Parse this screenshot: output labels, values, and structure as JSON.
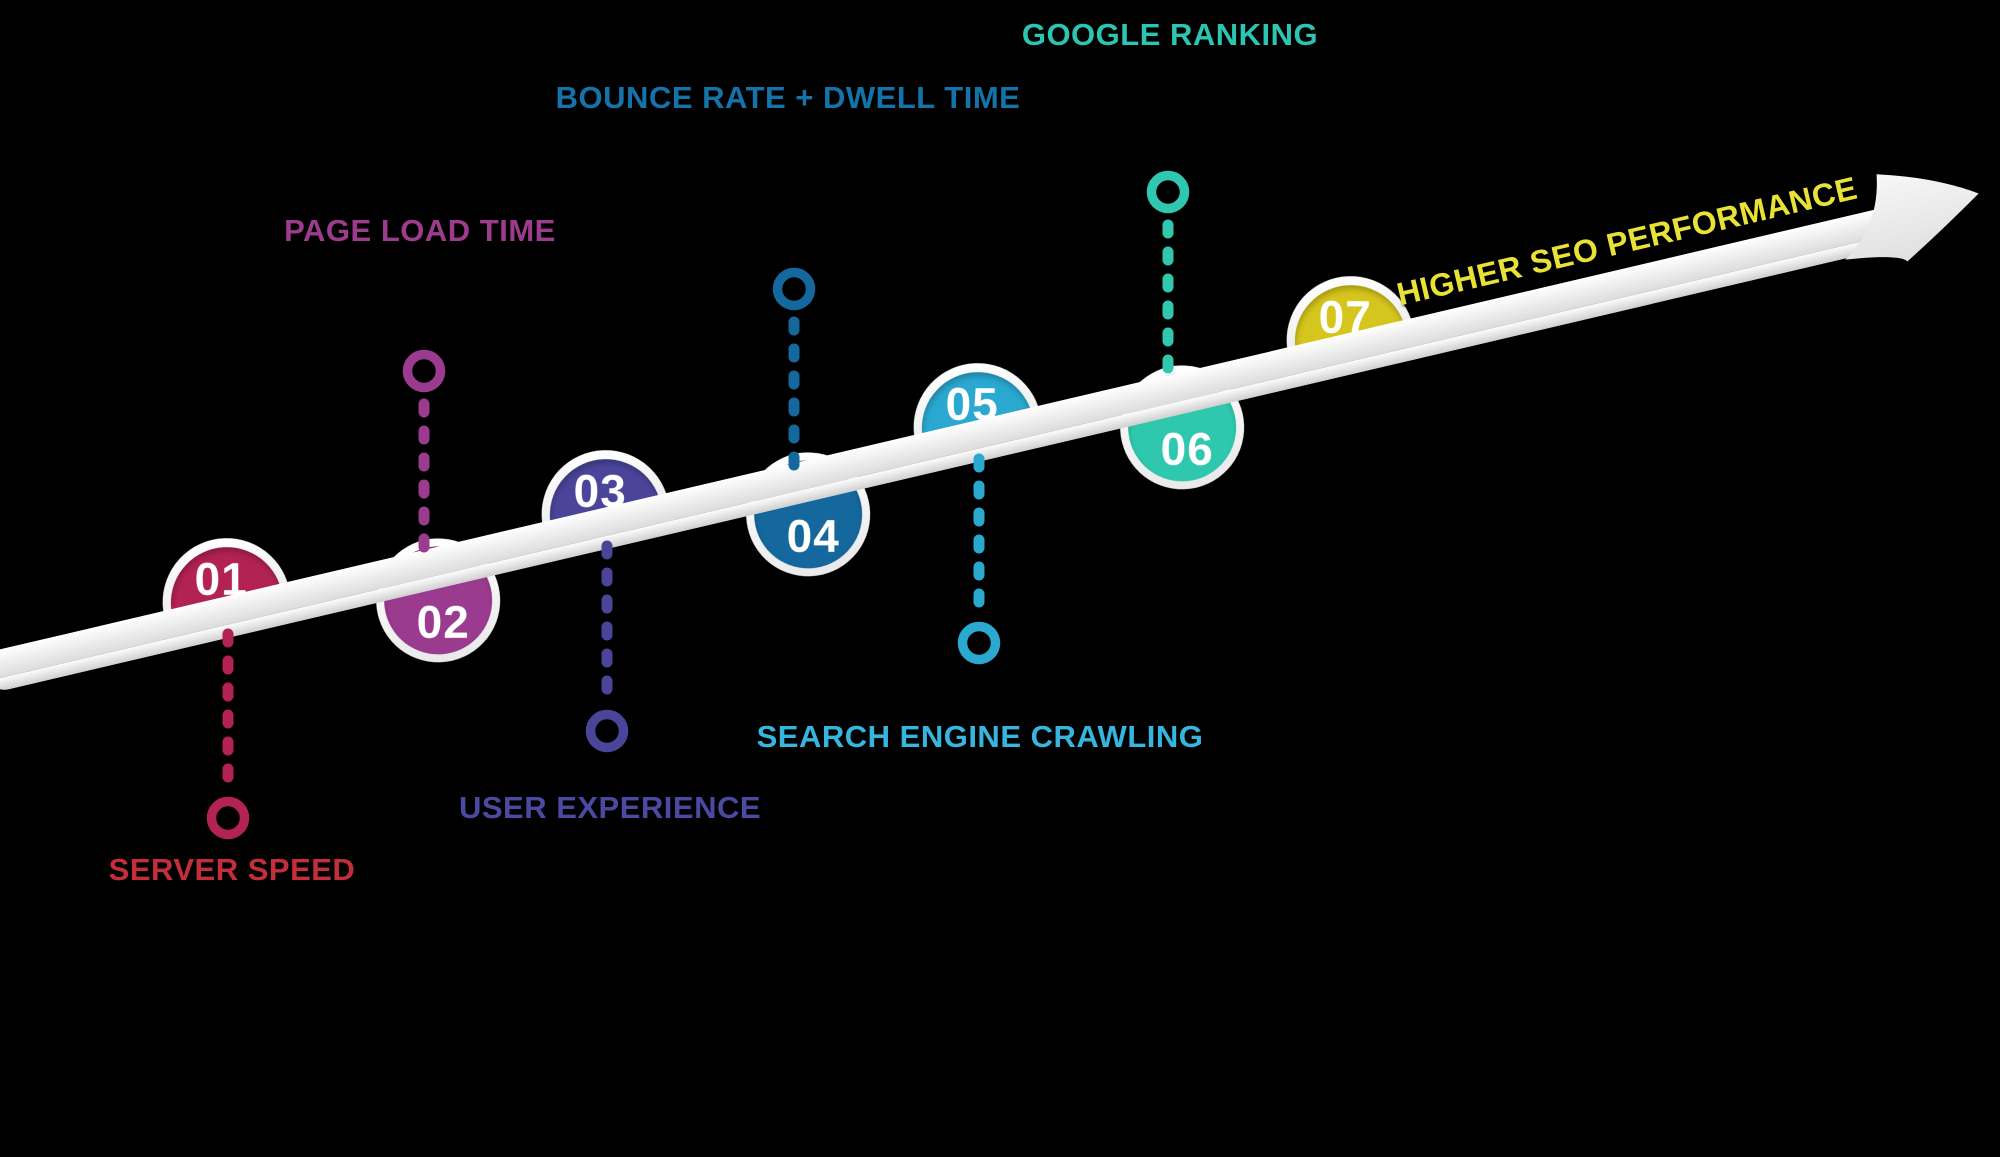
{
  "background": "#000000",
  "arrow": {
    "surface_light": "#ffffff",
    "surface_dark": "#dcdcdc",
    "face_light": "#fdfdfd",
    "face_dark": "#cfcfcf",
    "head_light": "#f7f7f7",
    "head_dark": "#e0e0e0"
  },
  "milestones": [
    {
      "number": "01",
      "label": "SERVER SPEED",
      "color": "#b22253",
      "label_color": "#c42d3a"
    },
    {
      "number": "02",
      "label": "PAGE LOAD TIME",
      "color": "#9a3b90",
      "label_color": "#9d3b8d"
    },
    {
      "number": "03",
      "label": "USER EXPERIENCE",
      "color": "#4a4599",
      "label_color": "#4b49a1"
    },
    {
      "number": "04",
      "label": "BOUNCE RATE + DWELL TIME",
      "color": "#15689d",
      "label_color": "#1474aa"
    },
    {
      "number": "05",
      "label": "SEARCH ENGINE CRAWLING",
      "color": "#2aa8d0",
      "label_color": "#36b6de"
    },
    {
      "number": "06",
      "label": "GOOGLE RANKING",
      "color": "#2fc8ae",
      "label_color": "#2cc5b2"
    },
    {
      "number": "07",
      "label": "HIGHER SEO PERFORMANCE",
      "color": "#d5c51d",
      "label_color": "#e9e236"
    }
  ]
}
